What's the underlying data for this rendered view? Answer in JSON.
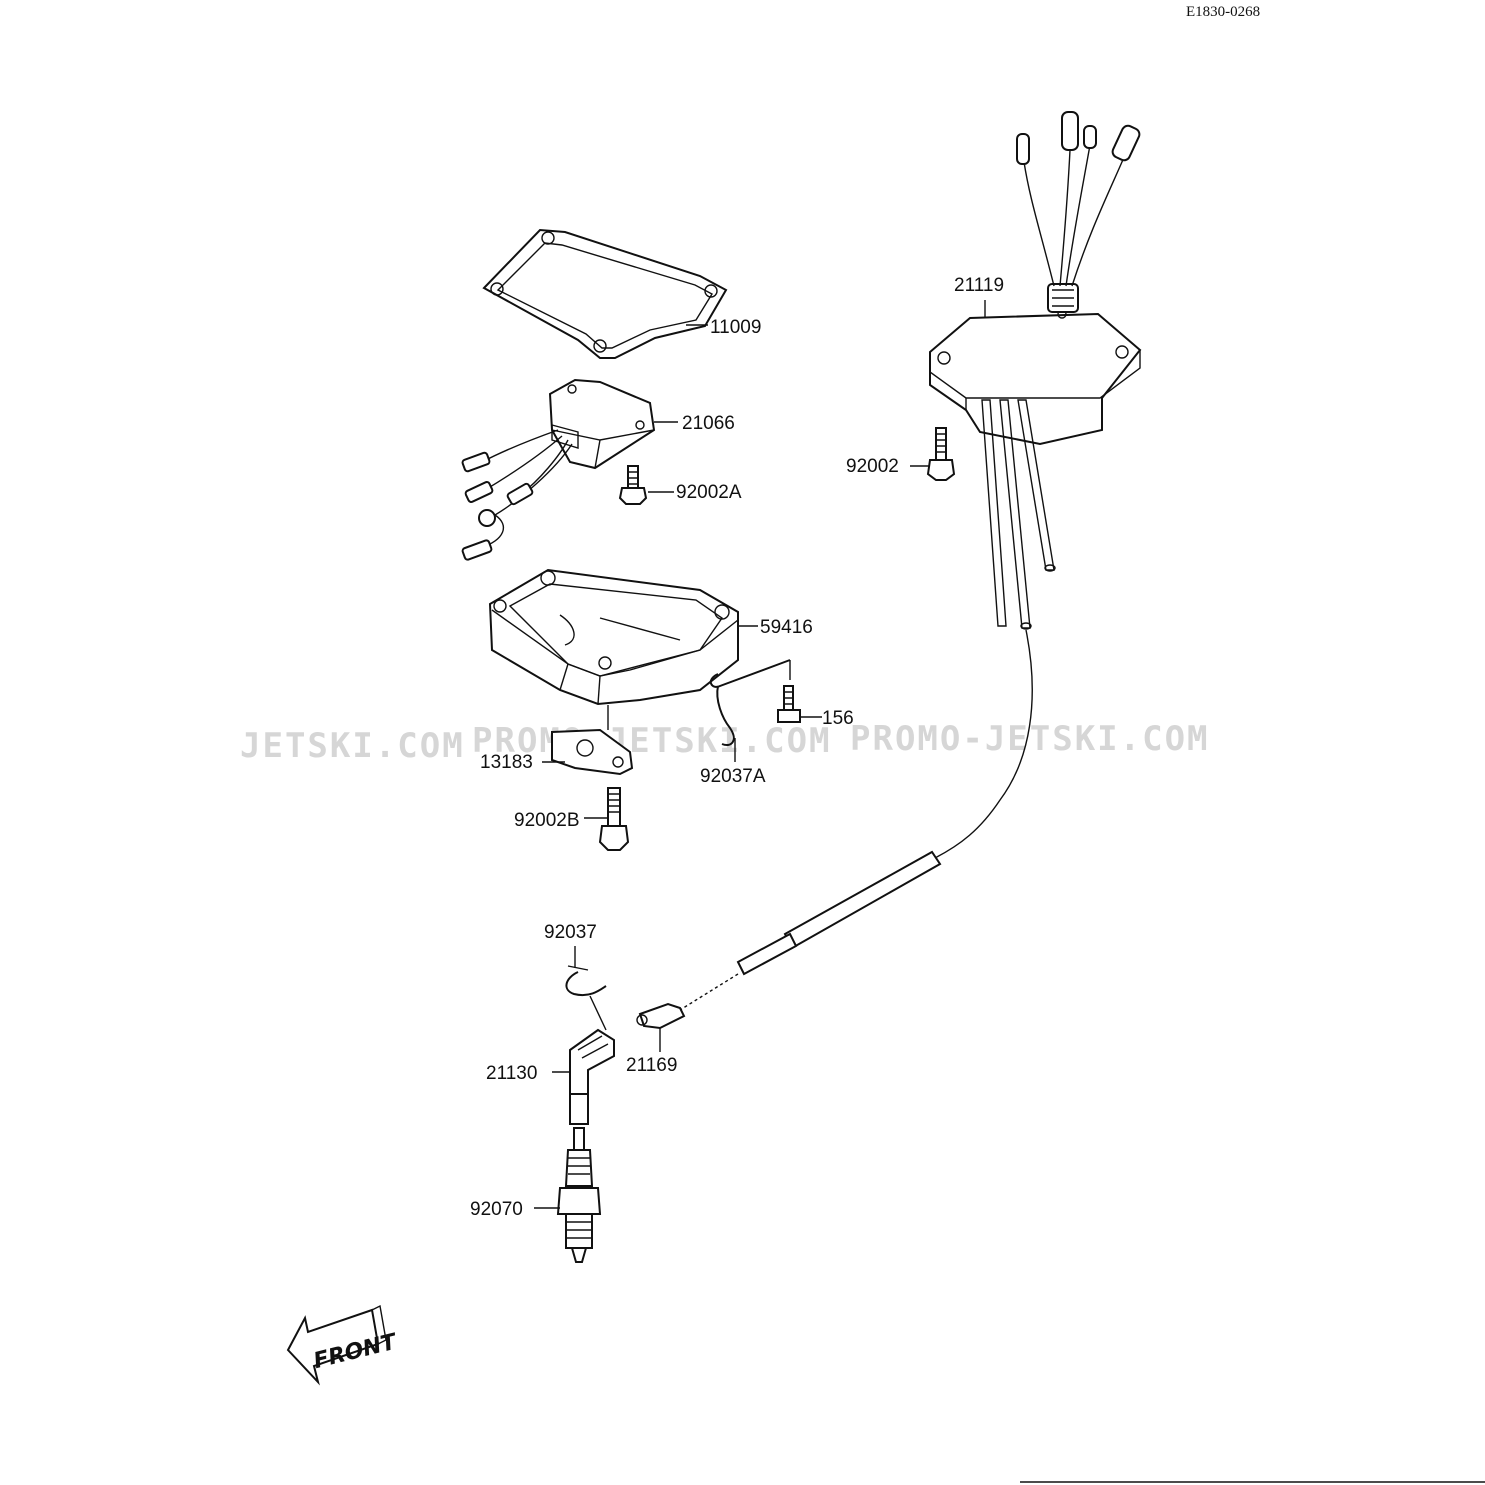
{
  "diagram": {
    "doc_id": "E1830-0268",
    "front_label": "FRONT",
    "watermarks": [
      "JETSKI.COM",
      "PROMO-JETSKI.COM",
      "PROMO-JETSKI.COM"
    ],
    "parts": [
      {
        "number": "11009"
      },
      {
        "number": "21066"
      },
      {
        "number": "92002A"
      },
      {
        "number": "59416"
      },
      {
        "number": "156"
      },
      {
        "number": "13183"
      },
      {
        "number": "92037A"
      },
      {
        "number": "92002B"
      },
      {
        "number": "21119"
      },
      {
        "number": "92002"
      },
      {
        "number": "92037"
      },
      {
        "number": "21169"
      },
      {
        "number": "21130"
      },
      {
        "number": "92070"
      }
    ]
  }
}
